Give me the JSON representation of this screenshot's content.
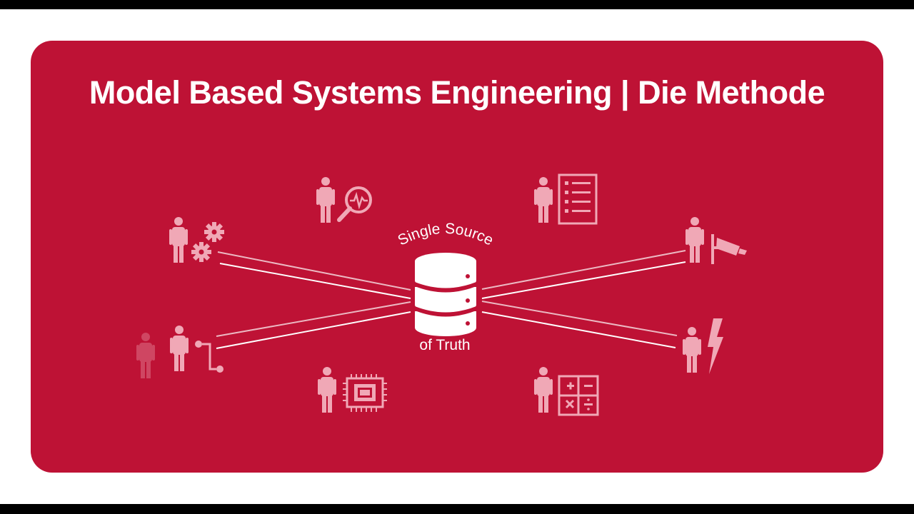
{
  "title": "Model Based Systems Engineering | Die Methode",
  "center": {
    "label_top": "Single Source",
    "label_bottom": "of Truth"
  },
  "colors": {
    "background": "#BE1235",
    "foreground": "#FFFFFF",
    "icon_tint": "#F0A8B6",
    "letterbox": "#000000"
  },
  "roles": [
    {
      "id": "gears",
      "icon": "person-gears-icon"
    },
    {
      "id": "analysis",
      "icon": "person-magnifier-waveform-icon"
    },
    {
      "id": "documents",
      "icon": "person-checklist-icon"
    },
    {
      "id": "camera",
      "icon": "person-camera-icon"
    },
    {
      "id": "workflow",
      "icon": "person-flow-icon"
    },
    {
      "id": "chip",
      "icon": "person-chip-icon"
    },
    {
      "id": "calculation",
      "icon": "person-calculator-icon"
    },
    {
      "id": "electrical",
      "icon": "person-lightning-icon"
    }
  ]
}
